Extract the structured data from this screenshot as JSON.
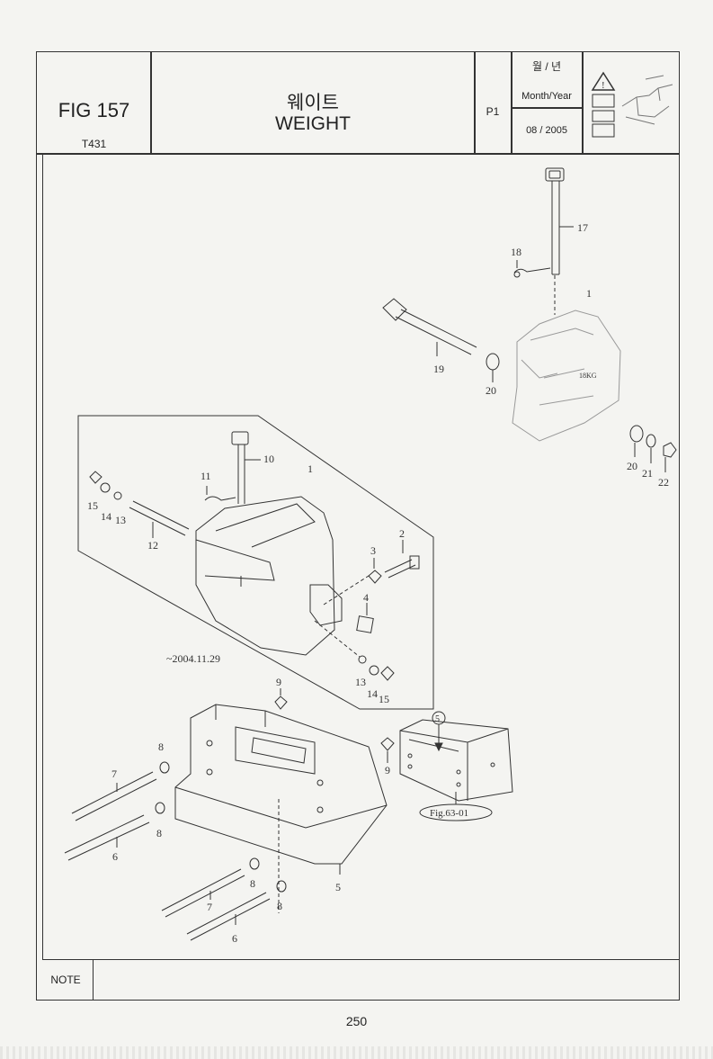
{
  "header": {
    "fig_label": "FIG 157",
    "model": "T431",
    "title_korean": "웨이트",
    "title_english": "WEIGHT",
    "page_code": "P1",
    "month_year_korean": "월 / 년",
    "month_year_label": "Month/Year",
    "date": "08 / 2005"
  },
  "diagram": {
    "callouts": [
      "1",
      "2",
      "3",
      "4",
      "5",
      "6",
      "7",
      "8",
      "9",
      "10",
      "11",
      "12",
      "13",
      "14",
      "15",
      "17",
      "18",
      "19",
      "20",
      "21",
      "22"
    ],
    "weight_marking": "18KG",
    "revision_note": "~2004.11.29",
    "reference": "Fig.63-01",
    "reference_circle": "5"
  },
  "footer": {
    "note_label": "NOTE",
    "page_number": "250"
  }
}
